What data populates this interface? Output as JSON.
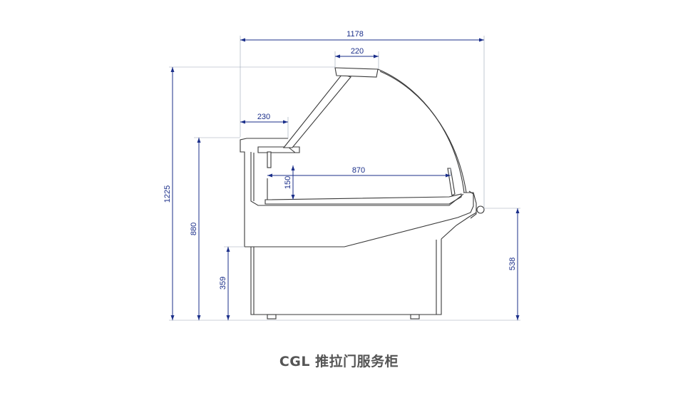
{
  "caption": "CGL 推拉门服务柜",
  "dimensions": {
    "overall_depth": "1178",
    "canopy_depth": "220",
    "rear_shelf_depth": "230",
    "display_depth": "870",
    "display_height": "150",
    "total_height": "1225",
    "counter_height": "880",
    "base_height": "359",
    "front_sill_height": "538"
  },
  "colors": {
    "dimension": "#1b2f8a",
    "outline": "#3a3a3a",
    "caption": "#555555"
  }
}
